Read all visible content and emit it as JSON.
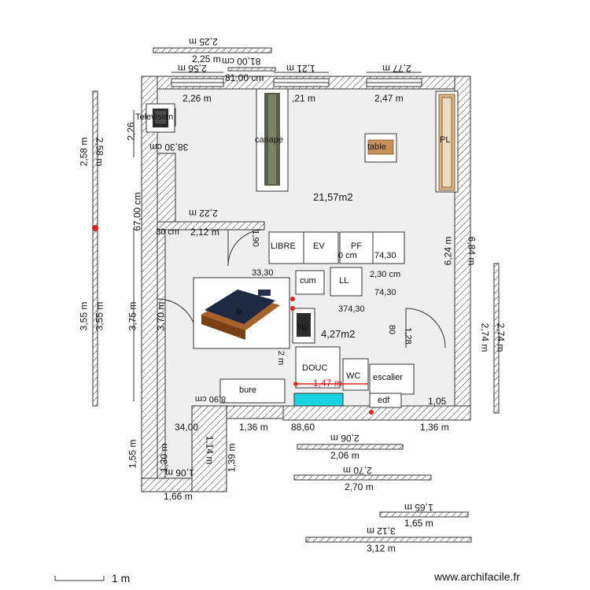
{
  "rooms": {
    "main_area": "21,57m2",
    "bath_area": "4,27m2"
  },
  "furniture": {
    "television": "Television",
    "canape": "canape",
    "table": "table",
    "pl": "PL",
    "libre": "LIBRE",
    "ev": "EV",
    "pf": "PF",
    "cum": "cum",
    "ll": "LL",
    "lit": "lit",
    "lav": "lav",
    "douc": "DOUC",
    "wc": "WC",
    "escalier": "escalier",
    "bure": "bure",
    "edf": "edf"
  },
  "dimensions": {
    "top_225": "2,25 m",
    "top_256": "2,56 m",
    "top_226": "2,26 m",
    "top_121": "1,21 m",
    "top_21": ",21 m",
    "top_277": "2,77 m",
    "top_247": "2,47 m",
    "top_8100": "81,00 cm",
    "top_8100b": "81,00 cm",
    "left_258a": "2,58 m",
    "left_258b": "2,58 m",
    "left_226": "2,26",
    "left_3830": "38,30 cm",
    "left_6700": "67,00 cm",
    "left_355a": "3,55 m",
    "left_355b": "3,55 m",
    "left_375": "3,75 m",
    "left_370": "3,70 m",
    "mid_222": "2,22 m",
    "mid_212": "2,12 m",
    "mid_30": "30 cm",
    "mid_190": "1,90",
    "right_624": "6,24 m",
    "right_684": "6,84 m",
    "right_274a": "2,74 m",
    "right_274b": "2,74 m",
    "c_3330": "33,30",
    "c_7430": "74,30",
    "c_2_30": "2,30 cm",
    "c_7430b": "74,30",
    "c_37430": "374,30",
    "c_0cm": "0 cm",
    "c_128": "1,28",
    "c_80": "80",
    "c_2m": "2 m",
    "c_147": "1,47 m",
    "c_890": "8,90 cm",
    "b_3400": "34,00",
    "b_136a": "1,36 m",
    "b_8860": "88,60",
    "b_136b": "1,36 m",
    "b_105": "1,05",
    "b_206a": "2,06 m",
    "b_206b": "2,06 m",
    "b_270a": "2,70 m",
    "b_270b": "2,70 m",
    "b_165a": "1,65 m",
    "b_165b": "1,65 m",
    "b_312a": "3,12 m",
    "b_312b": "3,12 m",
    "b_155": "1,55 m",
    "b_130": "1,30 m",
    "b_114": "1,14 m",
    "b_139": "1,39 m",
    "b_106": "1,06 m",
    "b_166": "1,66 m"
  },
  "footer": {
    "scale": "1 m",
    "site": "www.archifacile.fr"
  },
  "colors": {
    "wall_stroke": "#333333",
    "floor": "#efefef",
    "accent_red": "#e02020",
    "accent_cyan": "#19d3e0"
  }
}
